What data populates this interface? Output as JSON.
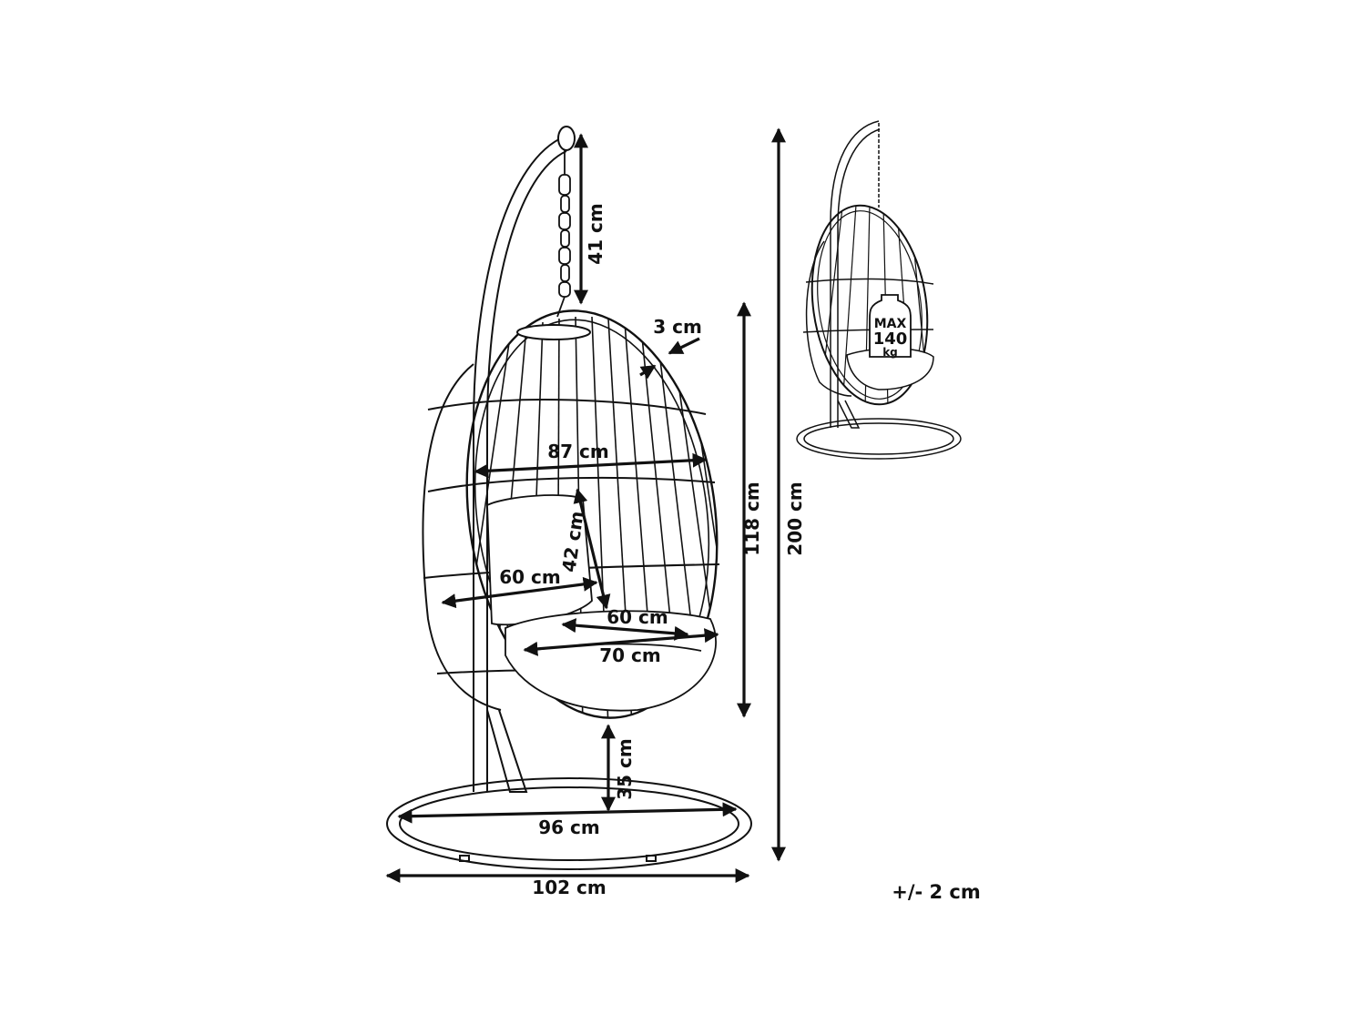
{
  "dimensions": {
    "hang_length": "41 cm",
    "frame_thickness": "3 cm",
    "pod_width": "87 cm",
    "backrest_height": "42 cm",
    "seat_depth_inner": "60 cm",
    "seat_width": "60 cm",
    "seat_width_outer": "70 cm",
    "pod_height": "118 cm",
    "total_height": "200 cm",
    "ground_clearance": "35 cm",
    "base_diameter": "96 cm",
    "total_depth": "102 cm"
  },
  "max_load": {
    "line1": "MAX",
    "line2": "140",
    "line3": "kg"
  },
  "tolerance": "+/- 2 cm",
  "colors": {
    "line": "#111111",
    "background": "#ffffff"
  }
}
